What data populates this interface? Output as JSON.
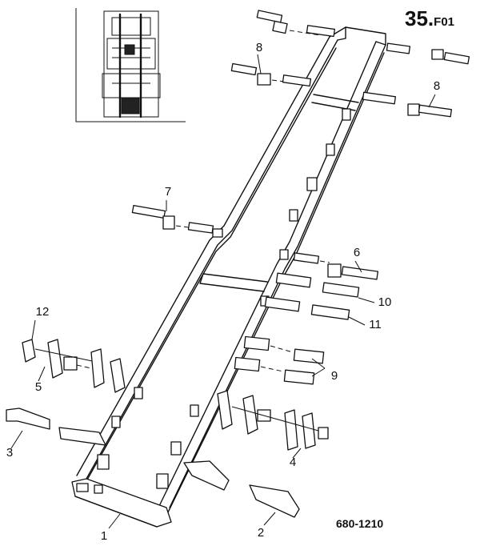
{
  "header": {
    "section_number": "35.",
    "section_suffix": "F01"
  },
  "footer": {
    "drawing_number": "680-1210"
  },
  "callouts": {
    "c1": "1",
    "c2": "2",
    "c3": "3",
    "c4": "4",
    "c5": "5",
    "c6": "6",
    "c7": "7",
    "c8a": "8",
    "c8b": "8",
    "c9": "9",
    "c10": "10",
    "c11": "11",
    "c12": "12"
  }
}
